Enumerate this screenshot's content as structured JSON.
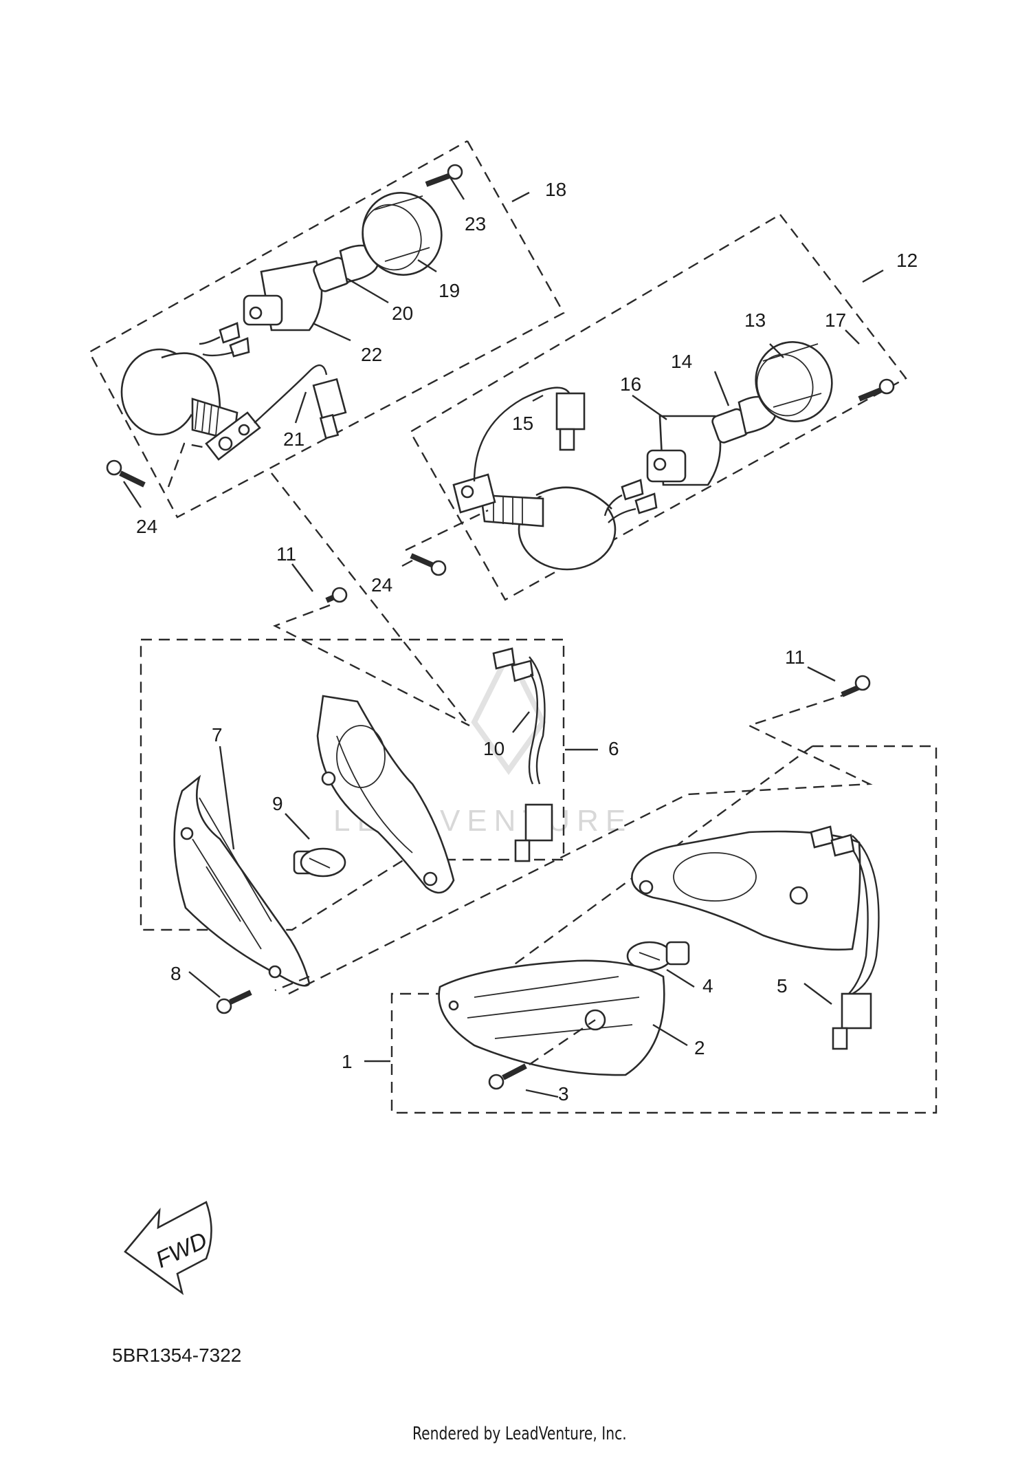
{
  "diagram": {
    "callouts": {
      "c1": "1",
      "c2": "2",
      "c3": "3",
      "c4": "4",
      "c5": "5",
      "c6": "6",
      "c7": "7",
      "c8": "8",
      "c9": "9",
      "c10": "10",
      "c11a": "11",
      "c11b": "11",
      "c12": "12",
      "c13": "13",
      "c14": "14",
      "c15": "15",
      "c16": "16",
      "c17": "17",
      "c18": "18",
      "c19": "19",
      "c20": "20",
      "c21": "21",
      "c22": "22",
      "c23": "23",
      "c24a": "24",
      "c24b": "24"
    },
    "fwd_label": "FWD",
    "watermark": "LEADVENTURE",
    "part_number": "5BR1354-7322",
    "credit": "Rendered by LeadVenture, Inc.",
    "colors": {
      "line": "#2a2a2a",
      "watermark": "#d8d8d8",
      "background": "#ffffff"
    }
  }
}
